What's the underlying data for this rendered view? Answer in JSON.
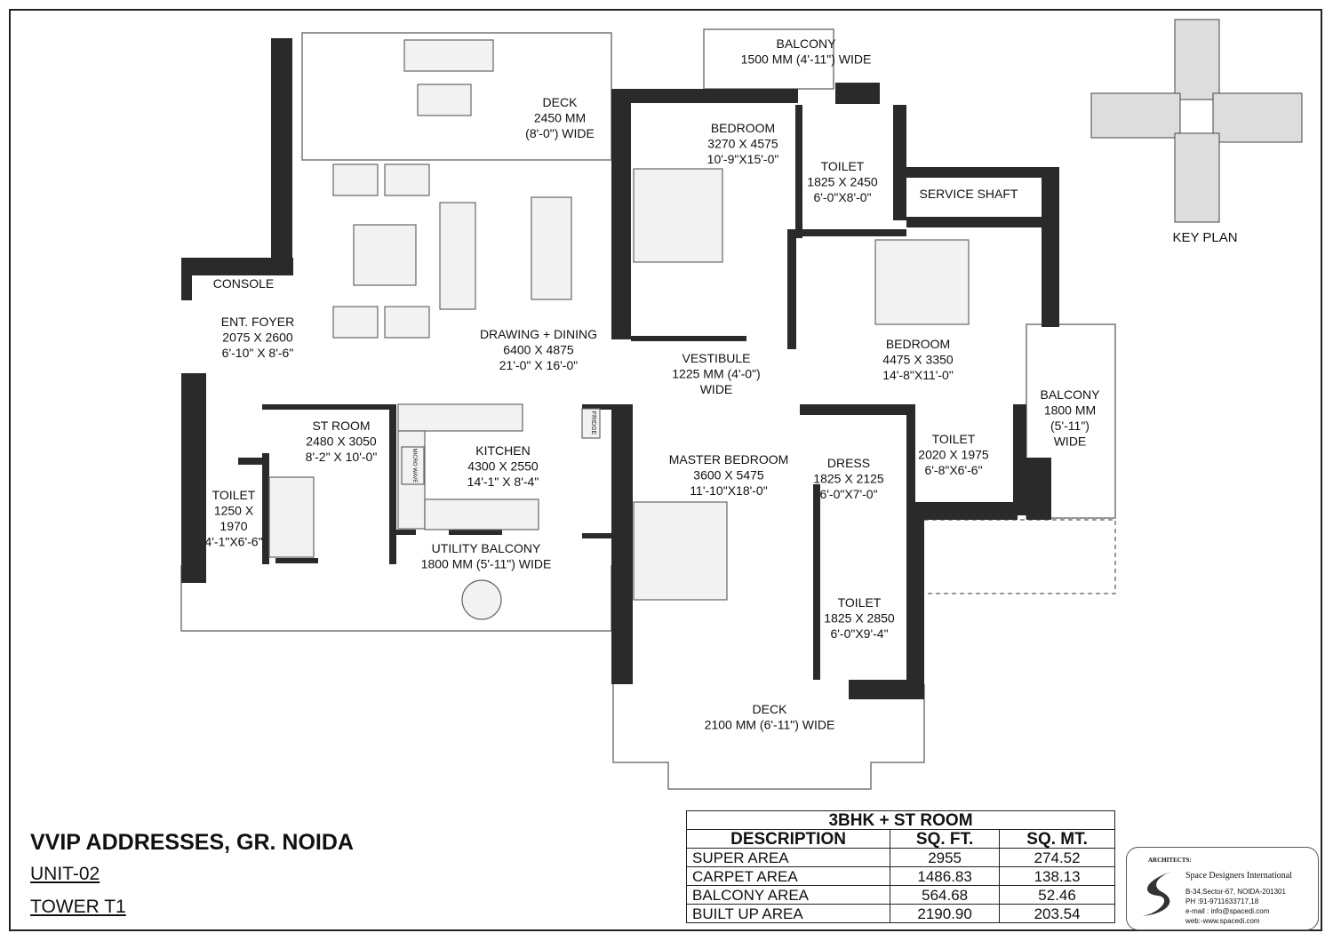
{
  "project": {
    "title": "VVIP ADDRESSES, GR. NOIDA",
    "unit": "UNIT-02",
    "tower": "TOWER T1"
  },
  "key_plan": {
    "label": "KEY PLAN"
  },
  "rooms": [
    {
      "name": "DECK",
      "lines": [
        "DECK",
        "2450 MM",
        "(8'-0\") WIDE"
      ]
    },
    {
      "name": "BALCONY",
      "lines": [
        "BALCONY",
        "1500 MM (4'-11\") WIDE"
      ]
    },
    {
      "name": "BEDROOM",
      "lines": [
        "BEDROOM",
        "3270 X 4575",
        "10'-9\"X15'-0\""
      ]
    },
    {
      "name": "TOILET",
      "lines": [
        "TOILET",
        "1825 X 2450",
        "6'-0\"X8'-0\""
      ]
    },
    {
      "name": "SERVICE SHAFT",
      "lines": [
        "SERVICE SHAFT"
      ]
    },
    {
      "name": "CONSOLE",
      "lines": [
        "CONSOLE"
      ]
    },
    {
      "name": "ENT. FOYER",
      "lines": [
        "ENT. FOYER",
        "2075 X 2600",
        "6'-10\" X 8'-6\""
      ]
    },
    {
      "name": "DRAWING + DINING",
      "lines": [
        "DRAWING + DINING",
        "6400 X 4875",
        "21'-0\" X 16'-0\""
      ]
    },
    {
      "name": "VESTIBULE",
      "lines": [
        "VESTIBULE",
        "1225 MM (4'-0\")",
        "WIDE"
      ]
    },
    {
      "name": "BEDROOM",
      "lines": [
        "BEDROOM",
        "4475 X 3350",
        "14'-8\"X11'-0\""
      ]
    },
    {
      "name": "BALCONY",
      "lines": [
        "BALCONY",
        "1800 MM",
        "(5'-11\")",
        "WIDE"
      ]
    },
    {
      "name": "ST ROOM",
      "lines": [
        "ST ROOM",
        "2480 X 3050",
        "8'-2\" X 10'-0\""
      ]
    },
    {
      "name": "TOILET",
      "lines": [
        "TOILET",
        "1250 X",
        "1970",
        "4'-1\"X6'-6\""
      ]
    },
    {
      "name": "KITCHEN",
      "lines": [
        "KITCHEN",
        "4300 X 2550",
        "14'-1\" X 8'-4\""
      ]
    },
    {
      "name": "MASTER BEDROOM",
      "lines": [
        "MASTER BEDROOM",
        "3600 X 5475",
        "11'-10\"X18'-0\""
      ]
    },
    {
      "name": "DRESS",
      "lines": [
        "DRESS",
        "1825 X 2125",
        "6'-0\"X7'-0\""
      ]
    },
    {
      "name": "TOILET",
      "lines": [
        "TOILET",
        "2020 X 1975",
        "6'-8\"X6'-6\""
      ]
    },
    {
      "name": "UTILITY BALCONY",
      "lines": [
        "UTILITY BALCONY",
        "1800 MM (5'-11\") WIDE"
      ]
    },
    {
      "name": "TOILET",
      "lines": [
        "TOILET",
        "1825 X 2850",
        "6'-0\"X9'-4\""
      ]
    },
    {
      "name": "DECK",
      "lines": [
        "DECK",
        "2100 MM (6'-11\") WIDE"
      ]
    }
  ],
  "fixtures": {
    "fridge": "FRIDGE",
    "microwave": "MICRO WAVE"
  },
  "area_table": {
    "title": "3BHK + ST ROOM",
    "headers": [
      "DESCRIPTION",
      "SQ. FT.",
      "SQ. MT."
    ],
    "rows": [
      [
        "SUPER AREA",
        "2955",
        "274.52"
      ],
      [
        "CARPET AREA",
        "1486.83",
        "138.13"
      ],
      [
        "BALCONY AREA",
        "564.68",
        "52.46"
      ],
      [
        "BUILT UP AREA",
        "2190.90",
        "203.54"
      ]
    ]
  },
  "architect": {
    "label": "ARCHITECTS:",
    "firm": "Space Designers International",
    "address": "B-34,Sector-67, NOIDA-201301",
    "phone": "PH :91-9711633717,18",
    "email": "e-mail : info@spacedi.com",
    "web": "web:-www.spacedi.com"
  },
  "colors": {
    "wall": "#2a2a2a",
    "wall_shadow": "#8a8a8a",
    "line": "#555555"
  }
}
